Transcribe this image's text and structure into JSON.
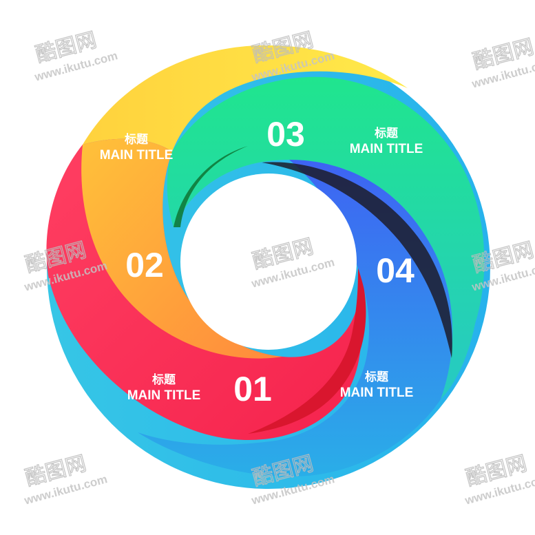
{
  "segments": [
    {
      "id": "01",
      "number": "01",
      "label_cn": "标题",
      "label_en": "MAIN TITLE",
      "colors": [
        "#ff3b5c",
        "#f7263f"
      ]
    },
    {
      "id": "02",
      "number": "02",
      "label_cn": "标题",
      "label_en": "MAIN TITLE",
      "colors": [
        "#ff9a3a",
        "#ff6a45"
      ]
    },
    {
      "id": "03",
      "number": "03",
      "label_cn": "标题",
      "label_en": "MAIN TITLE",
      "colors": [
        "#ffe23b",
        "#21e29a"
      ]
    },
    {
      "id": "04",
      "number": "04",
      "label_cn": "标题",
      "label_en": "MAIN TITLE",
      "colors": [
        "#2fb4ea",
        "#3b6cf2"
      ]
    }
  ],
  "watermark": {
    "logo": "酷图网",
    "url": "www.ikutu.com"
  }
}
